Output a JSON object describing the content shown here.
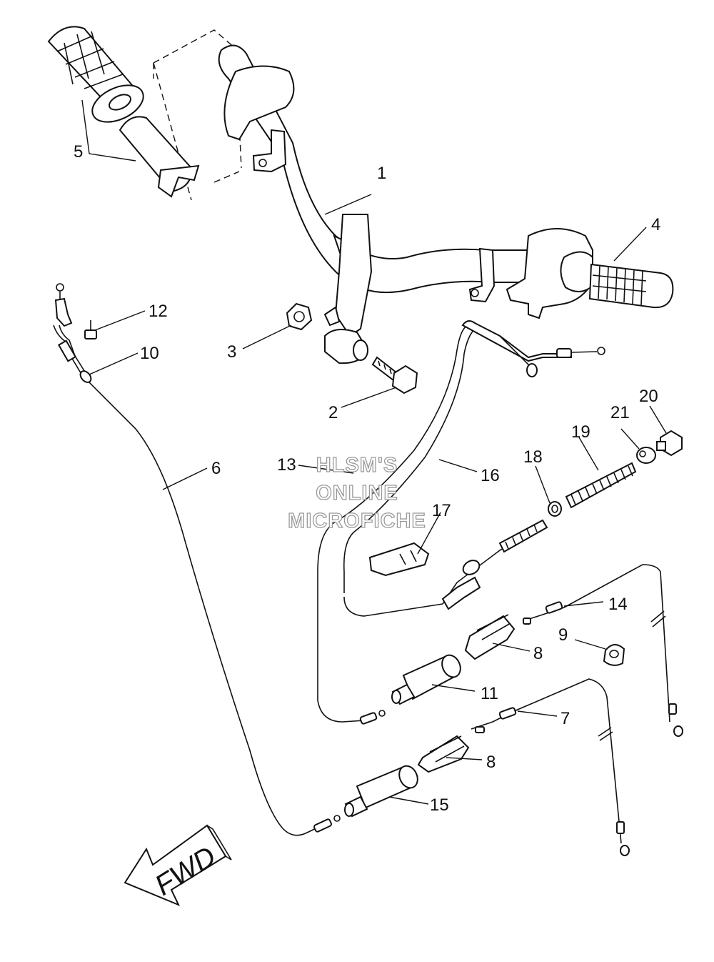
{
  "watermark": {
    "line1": "HLSM'S",
    "line2": "ONLINE",
    "line3": "MICROFICHE"
  },
  "direction_label": "FWD",
  "callouts": {
    "c1": "1",
    "c2": "2",
    "c3": "3",
    "c4": "4",
    "c5": "5",
    "c6": "6",
    "c7": "7",
    "c8a": "8",
    "c8b": "8",
    "c9": "9",
    "c10": "10",
    "c11": "11",
    "c12": "12",
    "c13": "13",
    "c14": "14",
    "c15": "15",
    "c16": "16",
    "c17": "17",
    "c18": "18",
    "c19": "19",
    "c20": "20",
    "c21": "21"
  }
}
